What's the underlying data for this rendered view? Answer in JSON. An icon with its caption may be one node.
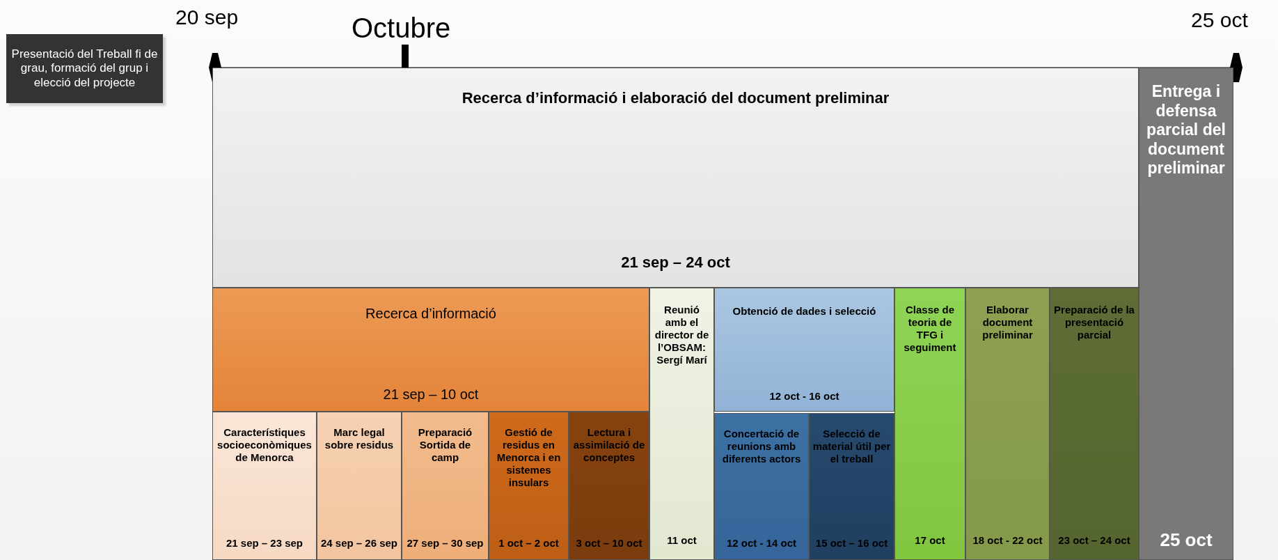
{
  "diagram": {
    "nodes": [
      {
        "text": [
          "Presentació del Treball fi de grau, formació del grup i elecció del projecte"
        ]
      },
      {
        "text": [
          "Recerca d’informació i elaboració del document preliminar",
          "21 sep – 24 oct"
        ]
      },
      {
        "text": [
          "Entrega i defensa parcial del document preliminar",
          "25 oct"
        ]
      },
      {
        "text": [
          "Recerca d’informació",
          "21 sep – 10 oct"
        ]
      },
      {
        "text": [
          "Reunió amb el director de l’OBSAM: Sergí Marí",
          "11 oct"
        ]
      },
      {
        "text": [
          "Obtenció de dades i selecció",
          "12 oct - 16 oct"
        ]
      },
      {
        "text": [
          "Classe de teoria de TFG i seguiment",
          "17 oct"
        ]
      },
      {
        "text": [
          "Elaborar document preliminar",
          "18 oct - 22 oct"
        ]
      },
      {
        "text": [
          "Preparació de la presentació parcial",
          "23 oct – 24 oct"
        ]
      },
      {
        "text": [
          "Característiques socioeconòmiques de Menorca",
          "21 sep – 23 sep"
        ]
      },
      {
        "text": [
          "Marc legal sobre residus",
          "24 sep – 26 sep"
        ]
      },
      {
        "text": [
          "Preparació Sortida de camp",
          "27 sep – 30 sep"
        ]
      },
      {
        "text": [
          "Gestió de residus en Menorca i en sistemes insulars",
          "1 oct – 2 oct"
        ]
      },
      {
        "text": [
          "Lectura i assimilació de conceptes",
          "3 oct – 10 oct"
        ]
      },
      {
        "text": [
          "Concertació de reunions amb diferents actors",
          "12 oct - 14 oct"
        ]
      },
      {
        "text": [
          "Selecció de material útil per el treball",
          "15 oct – 16 oct"
        ]
      }
    ],
    "edges": [],
    "labels": [
      "20 sep",
      "Octubre",
      "25 oct"
    ]
  }
}
